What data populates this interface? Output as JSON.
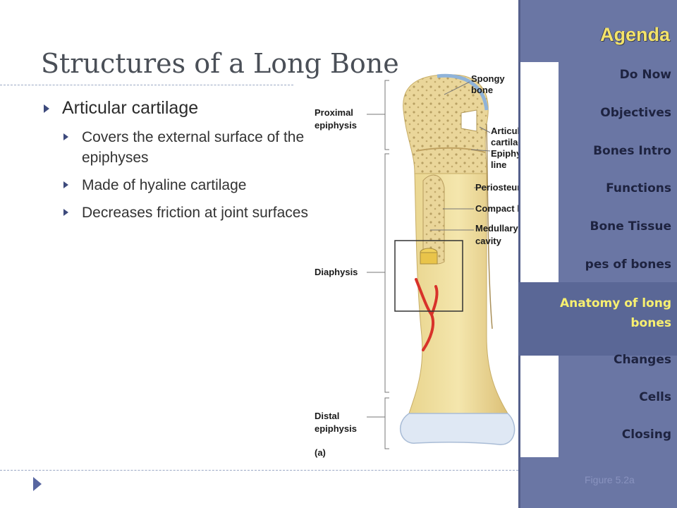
{
  "slide": {
    "title": "Structures of a Long Bone",
    "bullets": {
      "main": "Articular cartilage",
      "subs": [
        "Covers the external surface of the epiphyses",
        "Made of hyaline cartilage",
        "Decreases friction at joint surfaces"
      ]
    }
  },
  "figure": {
    "labels": {
      "spongy_bone": [
        "Spongy",
        "bone"
      ],
      "proximal_epiphysis": [
        "Proximal",
        "epiphysis"
      ],
      "articular_cartilage": [
        "Articular",
        "cartilage"
      ],
      "epiphyseal_line": [
        "Epiphyseal",
        "line"
      ],
      "periosteum": "Periosteum",
      "compact_bone": "Compact bone",
      "medullary_cavity": [
        "Medullary",
        "cavity"
      ],
      "diaphysis": "Diaphysis",
      "distal_epiphysis": [
        "Distal",
        "epiphysis"
      ],
      "panel": "(a)"
    },
    "caption": "Figure 5.2a"
  },
  "sidebar": {
    "heading": "Agenda",
    "items": [
      {
        "label": "Do Now"
      },
      {
        "label": "Objectives"
      },
      {
        "label": "Bones Intro"
      },
      {
        "label": "Functions"
      },
      {
        "label": "Bone Tissue"
      },
      {
        "label": "pes of bones"
      },
      {
        "label": "Anatomy of long bones",
        "active": true
      },
      {
        "label": "Changes"
      },
      {
        "label": "Cells"
      },
      {
        "label": "Closing"
      }
    ],
    "colors": {
      "background": "#6a76a4",
      "active_text": "#f8f070",
      "heading": "#f3e36a"
    }
  }
}
